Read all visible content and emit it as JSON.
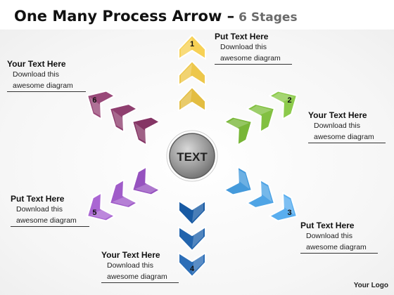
{
  "title": {
    "main": "One Many Process Arrow –",
    "sub": "6 Stages"
  },
  "center": {
    "text": "TEXT",
    "color": "#9a9a9a"
  },
  "stages": [
    {
      "number": "1",
      "color": "#e8c246",
      "heading": "Put Text Here",
      "lines": [
        "Download this",
        "awesome diagram"
      ]
    },
    {
      "number": "2",
      "color": "#7dbb3c",
      "heading": "Your Text Here",
      "lines": [
        "Download this",
        "awesome diagram"
      ]
    },
    {
      "number": "3",
      "color": "#4a9fe0",
      "heading": "Put Text Here",
      "lines": [
        "Download this",
        "awesome diagram"
      ]
    },
    {
      "number": "4",
      "color": "#1d5fa8",
      "heading": "Your Text Here",
      "lines": [
        "Download this",
        "awesome diagram"
      ]
    },
    {
      "number": "5",
      "color": "#9b57c4",
      "heading": "Put Text Here",
      "lines": [
        "Download this",
        "awesome diagram"
      ]
    },
    {
      "number": "6",
      "color": "#8a3a6a",
      "heading": "Your Text Here",
      "lines": [
        "Download this",
        "awesome diagram"
      ]
    }
  ],
  "footer": {
    "logo": "Your Logo"
  }
}
